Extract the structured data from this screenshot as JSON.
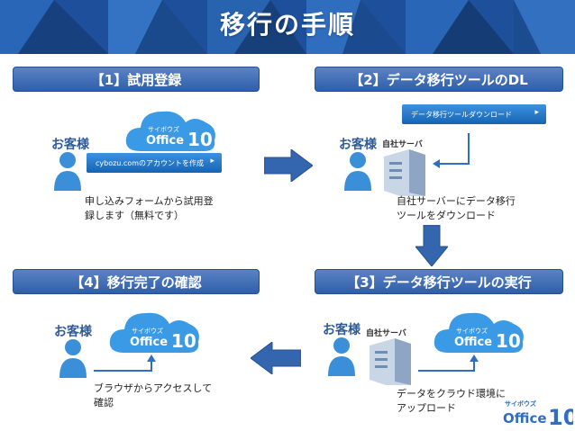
{
  "title": "移行の手順",
  "steps": [
    {
      "label": "【1】試用登録",
      "customer": "お客様",
      "button": "cybozu.comのアカウントを作成",
      "desc_line1": "申し込みフォームから試用登",
      "desc_line2": "録します（無料です）"
    },
    {
      "label": "【2】データ移行ツールのDL",
      "customer": "お客様",
      "server": "自社サーバ",
      "button": "データ移行ツールダウンロード",
      "desc_line1": "自社サーバーにデータ移行",
      "desc_line2": "ツールをダウンロード"
    },
    {
      "label": "【3】データ移行ツールの実行",
      "customer": "お客様",
      "server": "自社サーバ",
      "desc_line1": "データをクラウド環境に",
      "desc_line2": "アップロード"
    },
    {
      "label": "【4】移行完了の確認",
      "customer": "お客様",
      "desc_line1": "ブラウザからアクセスして",
      "desc_line2": "確認"
    }
  ],
  "logo": {
    "brand": "サイボウズ",
    "product": "Office",
    "version": "10"
  },
  "colors": {
    "accent": "#2f5ea8",
    "header": "#1e4f9a",
    "person": "#3a8fd8",
    "server": "#b8c8dc"
  }
}
